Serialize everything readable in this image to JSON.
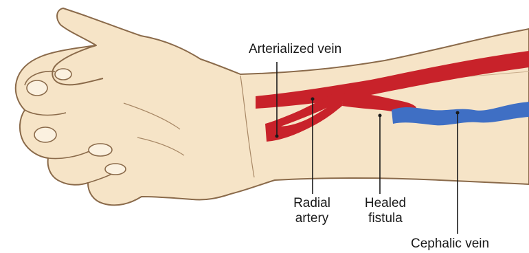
{
  "labels": {
    "arterialized_vein": "Arterialized vein",
    "radial_artery_line1": "Radial",
    "radial_artery_line2": "artery",
    "healed_fistula_line1": "Healed",
    "healed_fistula_line2": "fistula",
    "cephalic_vein": "Cephalic vein"
  },
  "colors": {
    "skin": "#f6e4c7",
    "skin_outline": "#8a6a4a",
    "artery": "#c8222a",
    "vein": "#3f6fc4",
    "leader_line": "#1a1a1a",
    "text": "#1a1a1a",
    "background": "#ffffff"
  }
}
